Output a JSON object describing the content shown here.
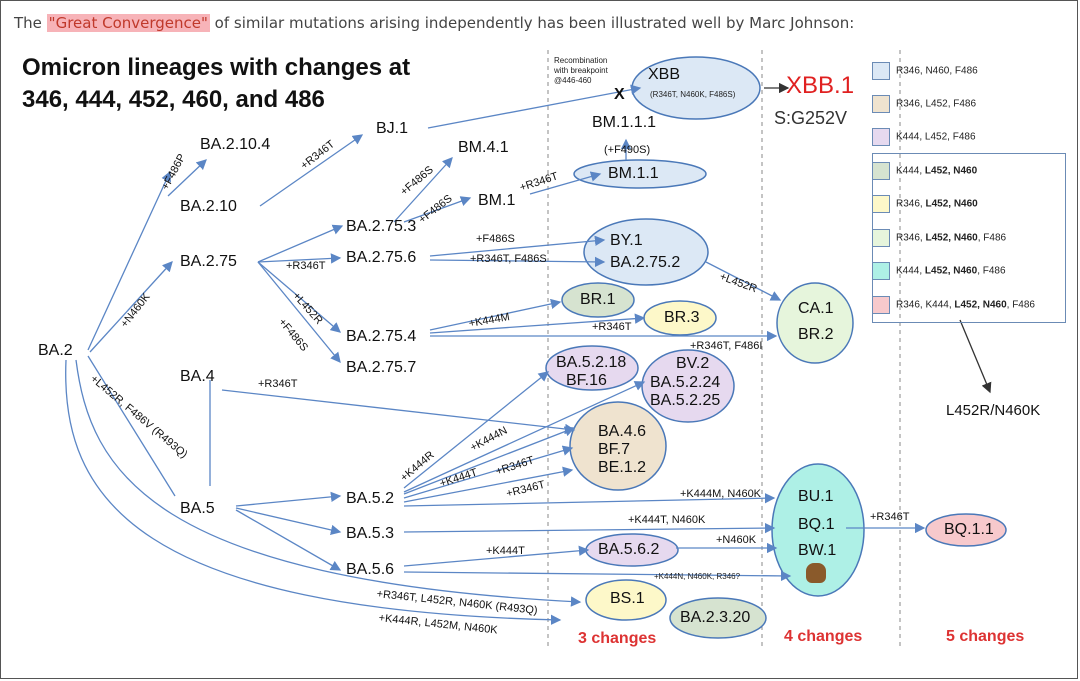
{
  "intro": {
    "before": "The ",
    "highlight": "\"Great Convergence\"",
    "after": " of similar mutations arising independently has been illustrated well by Marc Johnson:"
  },
  "title_line1": "Omicron lineages with changes at",
  "title_line2": "346, 444, 452, 460, and 486",
  "lineages": {
    "ba2": "BA.2",
    "ba2104": "BA.2.10.4",
    "ba210": "BA.2.10",
    "bj1": "BJ.1",
    "ba275": "BA.2.75",
    "ba2753": "BA.2.75.3",
    "bm41": "BM.4.1",
    "bm1": "BM.1",
    "ba2756": "BA.2.75.6",
    "ba2754": "BA.2.75.4",
    "ba2757": "BA.2.75.7",
    "ba4": "BA.4",
    "ba5": "BA.5",
    "ba52": "BA.5.2",
    "ba53": "BA.5.3",
    "ba56": "BA.5.6",
    "xbb": "XBB",
    "bm111": "BM.1.1.1",
    "bm11": "BM.1.1",
    "by1": "BY.1",
    "ba2752": "BA.2.75.2",
    "br1": "BR.1",
    "br3": "BR.3",
    "ca1": "CA.1",
    "br2": "BR.2",
    "ba5218": "BA.5.2.18",
    "bf16": "BF.16",
    "bv2": "BV.2",
    "ba5224": "BA.5.2.24",
    "ba5225": "BA.5.2.25",
    "ba46": "BA.4.6",
    "bf7": "BF.7",
    "be12": "BE.1.2",
    "bu1": "BU.1",
    "bq1": "BQ.1",
    "bw1": "BW.1",
    "bq11": "BQ.1.1",
    "ba562": "BA.5.6.2",
    "bs1": "BS.1",
    "ba2320": "BA.2.3.20"
  },
  "xbb1": "XBB.1",
  "sg252v": "S:G252V",
  "x_mark": "X",
  "recomb": [
    "Recombination",
    "with breakpoint",
    "@446-460"
  ],
  "xbb_sub": "(R346T, N460K, F486S)",
  "mutations": {
    "f486p": "+F486P",
    "n460k": "+N460K",
    "r346t_bj": "+R346T",
    "f486s_a": "+F486S",
    "f486s_b": "+F486S",
    "r346t_bm": "+R346T",
    "f490s": "(+F490S)",
    "r346t_756": "+R346T",
    "l452r_754": "+L452R",
    "f486s_757": "+F486S",
    "f486s_by": "+F486S",
    "r346t_f486s": "+R346T, F486S",
    "l452r_ca": "+L452R",
    "k444m": "+K444M",
    "r346t_br3": "+R346T",
    "r346t_f486i": "+R346T, F486I",
    "ba4_r346t": "+R346T",
    "ba5_branch": "+L452R, F486V (R493Q)",
    "k444r": "+K444R",
    "k444n": "+K444N",
    "k444t": "+K444T",
    "r346t_a": "+R346T",
    "r346t_b": "+R346T",
    "k444m_n460k": "+K444M, N460K",
    "k444t_n460k": "+K444T, N460K",
    "n460k_bw": "+N460K",
    "k444t_562": "+K444T",
    "r346t_bq11": "+R346T",
    "k444n_small": "+K444N, N460K, R346?",
    "bs1_muts": "+R346T, L452R, N460K (R493Q)",
    "ba2320_muts": "+K444R, L452M, N460K"
  },
  "changes": {
    "three": "3 changes",
    "four": "4 changes",
    "five": "5 changes"
  },
  "legend": [
    {
      "text": "R346, N460, F486",
      "color": "#dce8f5",
      "bold": []
    },
    {
      "text": "R346, L452, F486",
      "color": "#efe3cf",
      "bold": []
    },
    {
      "text": "K444, L452, F486",
      "color": "#e6d9ef",
      "bold": []
    },
    {
      "text_parts": [
        "K444, ",
        "L452, N460"
      ],
      "color": "#d6e3d0"
    },
    {
      "text_parts": [
        "R346, ",
        "L452, N460"
      ],
      "color": "#fdf8c9"
    },
    {
      "text_parts": [
        "R346, ",
        "L452, N460",
        ", F486"
      ],
      "color": "#e6f5dc"
    },
    {
      "text_parts": [
        "K444, ",
        "L452, N460",
        ", F486"
      ],
      "color": "#aef0e6"
    },
    {
      "text_parts": [
        "R346, K444, ",
        "L452, N460",
        ", F486"
      ],
      "color": "#f7c9cc"
    }
  ],
  "legend_texts": {
    "l0": "R346, N460, F486",
    "l1": "R346, L452, F486",
    "l2": "K444, L452, F486",
    "l3a": "K444, ",
    "l3b": "L452, N460",
    "l4a": "R346, ",
    "l4b": "L452, N460",
    "l5a": "R346, ",
    "l5b": "L452, N460",
    "l5c": ", F486",
    "l6a": "K444, ",
    "l6b": "L452, N460",
    "l6c": ", F486",
    "l7a": "R346, K444, ",
    "l7b": "L452, N460",
    "l7c": ", F486"
  },
  "legend_colors": [
    "#dce8f5",
    "#efe3cf",
    "#e6d9ef",
    "#d6e3d0",
    "#fdf8c9",
    "#e6f5dc",
    "#aef0e6",
    "#f7c9cc"
  ],
  "convergence_label": "L452R/N460K"
}
